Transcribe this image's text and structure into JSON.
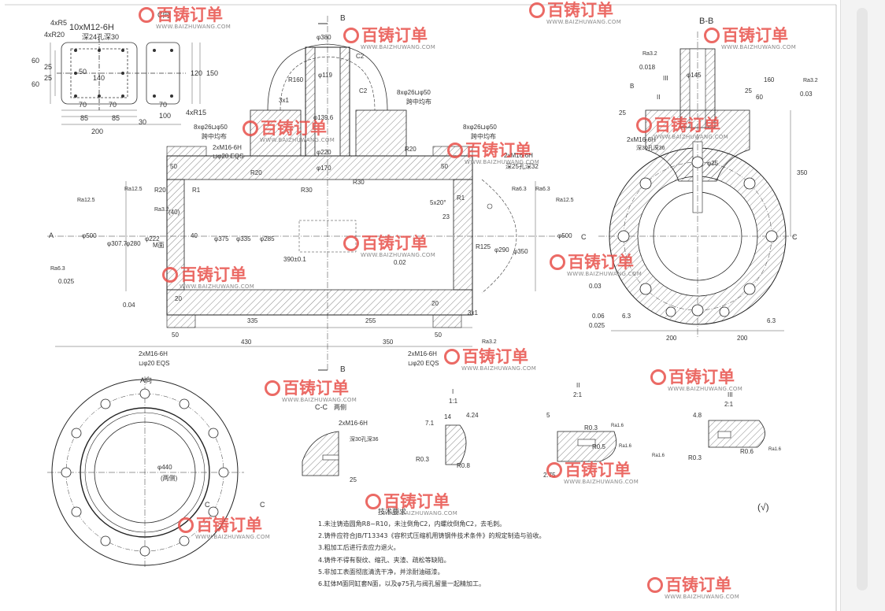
{
  "drawing": {
    "labels": {
      "top_left": [
        "4xR5",
        "4xR20",
        "10xM12-6H",
        "深24孔深30",
        "C向",
        "60",
        "25",
        "25",
        "60",
        "50",
        "140",
        "70",
        "70",
        "85",
        "85",
        "200",
        "30",
        "100",
        "120",
        "150",
        "70",
        "4xR15"
      ],
      "main": [
        "B",
        "B",
        "φ380",
        "R160",
        "φ119",
        "C2",
        "C2",
        "3x1",
        "8xφ26⊔φ50",
        "跨中均布",
        "8xφ26⊔φ50",
        "跨中均布",
        "2xM16-6H",
        "⊔φ20 EQS",
        "8xφ26⊔φ50",
        "跨中均布",
        "2xM16-6H",
        "深25孔深32",
        "φ139.6",
        "φ220",
        "φ170",
        "R20",
        "R20",
        "R20",
        "R30",
        "R30",
        "R1",
        "R1",
        "50",
        "50",
        "A",
        "φ500",
        "φ307.7",
        "φ280",
        "φ222",
        "φ375",
        "φ335",
        "φ285",
        "(40)",
        "40",
        "M面",
        "390±0.1",
        "φ290",
        "φ350",
        "φ500",
        "5x20°",
        "23",
        "R125",
        "Ra12.5",
        "Ra3.2",
        "Ra12.5",
        "Ra6.3",
        "Ra12.5",
        "Ra6.3",
        "0.025",
        "0.04",
        "0.03",
        "0.06",
        "0.025",
        "0.02",
        "Ra6.3",
        "335",
        "255",
        "430",
        "350",
        "50",
        "50",
        "3x1",
        "20",
        "20",
        "2xM16-6H",
        "⊔φ20 EQS",
        "2xM16-6H",
        "⊔φ20 EQS",
        "Ra3.2"
      ],
      "section_bb": [
        "B-B",
        "Ra3.2",
        "0.018",
        "φ145",
        "Ra3.2",
        "0.03",
        "B",
        "II",
        "III",
        "160",
        "25",
        "60",
        "25",
        "350",
        "φ25",
        "2xM16-6H",
        "深30孔深36",
        "C",
        "C",
        "200",
        "200",
        "6.3",
        "6.3"
      ],
      "view_a": [
        "A向",
        "φ440",
        "(两侧)",
        "C",
        "C"
      ],
      "section_cc": [
        "C-C",
        "两侧",
        "2xM16-6H",
        "深30孔深36",
        "25"
      ],
      "detail_i": [
        "I",
        "1:1",
        "7.1",
        "4.24",
        "14",
        "R0.3",
        "R0.8"
      ],
      "detail_ii": [
        "II",
        "2:1",
        "5",
        "R0.3",
        "Ra1.6",
        "R0.5",
        "Ra1.6",
        "2.75"
      ],
      "detail_iii": [
        "III",
        "2:1",
        "4.8",
        "R0.3",
        "R0.6",
        "Ra1.6",
        "Ra1.6"
      ],
      "roughness_symbol": "(√)"
    },
    "tech_requirements": {
      "title": "技术要求",
      "items": [
        "1.未注铸造圆角R8~R10，未注倒角C2，内螺纹倒角C2，去毛刺。",
        "2.铸件应符合JB/T13343《容积式压缩机用铸钢件技术条件》的规定制造与验收。",
        "3.粗加工后进行去应力退火。",
        "4.铸件不得有裂纹、缩孔、夹渣、疏松等缺陷。",
        "5.非加工表面彻底清洗干净，并涂耐油磁漆。",
        "6.缸体M面同缸套N面，以及φ75孔与阀孔留量一起精加工。"
      ]
    },
    "watermark": {
      "brand": "百铸订单",
      "url": "WWW.BAIZHUWANG.COM"
    }
  }
}
